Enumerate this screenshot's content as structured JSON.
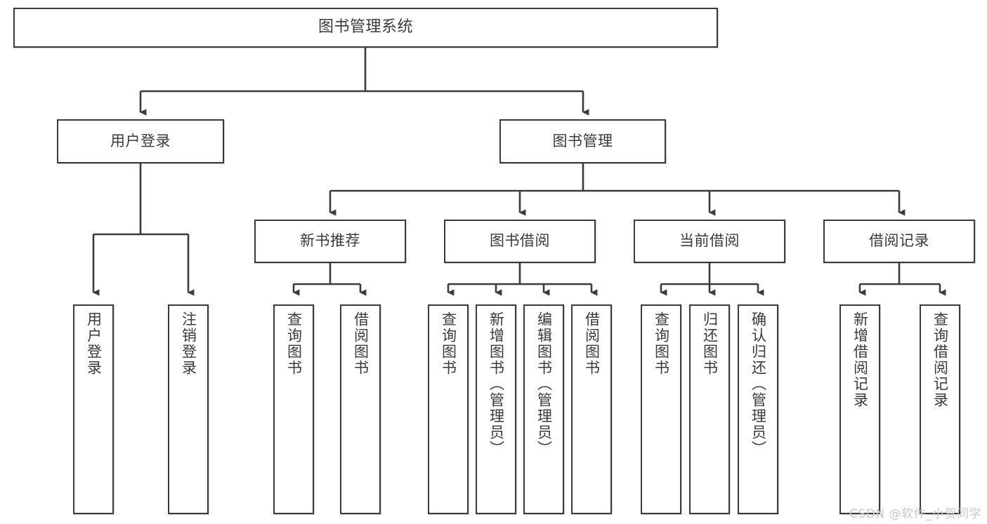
{
  "diagram": {
    "title": "图书管理系统",
    "type": "tree-hierarchy",
    "root": {
      "label": "图书管理系统"
    },
    "level2": [
      {
        "label": "用户登录"
      },
      {
        "label": "图书管理"
      }
    ],
    "level3": [
      {
        "label": "新书推荐"
      },
      {
        "label": "图书借阅"
      },
      {
        "label": "当前借阅"
      },
      {
        "label": "借阅记录"
      }
    ],
    "leaves": {
      "user_login": [
        {
          "label": "用户登录"
        },
        {
          "label": "注销登录"
        }
      ],
      "new_book_recommend": [
        {
          "label": "查询图书"
        },
        {
          "label": "借阅图书"
        }
      ],
      "book_borrow": [
        {
          "label": "查询图书"
        },
        {
          "label": "新增图书（管理员）"
        },
        {
          "label": "编辑图书（管理员）"
        },
        {
          "label": "借阅图书"
        }
      ],
      "current_borrow": [
        {
          "label": "查询图书"
        },
        {
          "label": "归还图书"
        },
        {
          "label": "确认归还（管理员）"
        }
      ],
      "borrow_record": [
        {
          "label": "新增借阅记录"
        },
        {
          "label": "查询借阅记录"
        }
      ]
    }
  },
  "watermark": {
    "text": "CSDN @软件_小贺同学"
  },
  "colors": {
    "stroke": "#3b3b3b",
    "background": "#ffffff",
    "text": "#3a3a3a",
    "watermark": "#c9c9c9"
  }
}
